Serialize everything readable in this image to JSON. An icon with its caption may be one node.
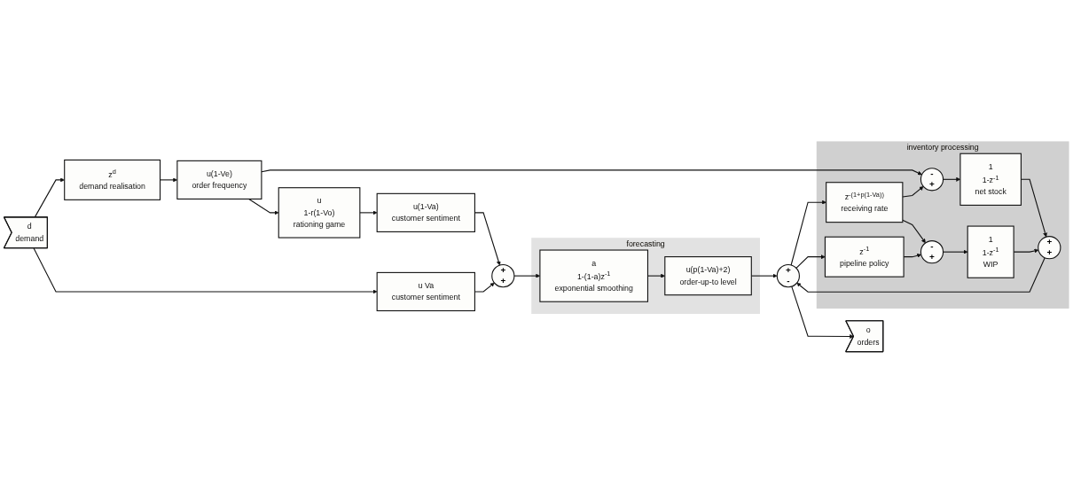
{
  "diagram": {
    "nodes": [
      {
        "text": [
          "d",
          "demand"
        ]
      },
      {
        "text": [
          "u Va",
          "customer sentiment"
        ]
      },
      {
        "text": [
          "z$^{d}$",
          "demand realisation"
        ]
      },
      {
        "text": [
          "u(1-Ve)",
          "order frequency"
        ]
      },
      {
        "text": [
          "u",
          "1-r(1-Vo)",
          "rationing game"
        ]
      },
      {
        "text": [
          "u(1-Va)",
          "customer sentiment"
        ]
      },
      {
        "text": [
          "+",
          "+"
        ]
      },
      {
        "text": [
          "forecasting"
        ]
      },
      {
        "text": [
          "a",
          "1-(1-a)z$^{-1}$",
          "exponential smoothing"
        ],
        "in": 7
      },
      {
        "text": [
          "u(p(1-Va)+2)",
          "order-up-to level"
        ],
        "in": 7
      },
      {
        "text": [
          "+",
          "-"
        ]
      },
      {
        "text": [
          "o",
          "orders"
        ]
      },
      {
        "text": [
          "inventory processing"
        ]
      },
      {
        "text": [
          "z$^{-(1+p(1-Va))}$",
          "receiving rate"
        ],
        "in": 12
      },
      {
        "text": [
          "-",
          "+"
        ],
        "in": 12
      },
      {
        "text": [
          "1",
          "1-z$^{-1}$",
          "net stock"
        ],
        "in": 12
      },
      {
        "text": [
          "+",
          "+"
        ],
        "in": 12
      },
      {
        "text": [
          "z$^{-1}$",
          "pipeline policy"
        ],
        "in": 12
      },
      {
        "text": [
          "-",
          "+"
        ],
        "in": 12
      },
      {
        "text": [
          "1",
          "1-z$^{-1}$",
          "WIP"
        ],
        "in": 12
      }
    ],
    "edges": [
      {
        "from": 0,
        "to": 1,
        "arrow": "to"
      },
      {
        "from": 0,
        "to": 2,
        "arrow": "to"
      },
      {
        "from": 2,
        "to": 3,
        "arrow": "to"
      },
      {
        "from": 3,
        "to": 4,
        "arrow": "to"
      },
      {
        "from": 3,
        "to": 14,
        "arrow": "to"
      },
      {
        "from": 4,
        "to": 5,
        "arrow": "to"
      },
      {
        "from": 5,
        "to": 6,
        "arrow": "to"
      },
      {
        "from": 1,
        "to": 6,
        "arrow": "to"
      },
      {
        "from": 6,
        "to": 8,
        "arrow": "to"
      },
      {
        "from": 8,
        "to": 9,
        "arrow": "to"
      },
      {
        "from": 9,
        "to": 10,
        "arrow": "to"
      },
      {
        "from": 16,
        "to": 10,
        "arrow": "to"
      },
      {
        "from": 10,
        "to": 11,
        "arrow": "to"
      },
      {
        "from": 10,
        "to": 13,
        "arrow": "to"
      },
      {
        "from": 10,
        "to": 17,
        "arrow": "to"
      },
      {
        "from": 13,
        "to": 14,
        "arrow": "to"
      },
      {
        "from": 13,
        "to": 18,
        "arrow": "to"
      },
      {
        "from": 14,
        "to": 15,
        "arrow": "to"
      },
      {
        "from": 15,
        "to": 16,
        "arrow": "to"
      },
      {
        "from": 17,
        "to": 18,
        "arrow": "to"
      },
      {
        "from": 18,
        "to": 19,
        "arrow": "to"
      },
      {
        "from": 19,
        "to": 16,
        "arrow": "to"
      }
    ]
  }
}
